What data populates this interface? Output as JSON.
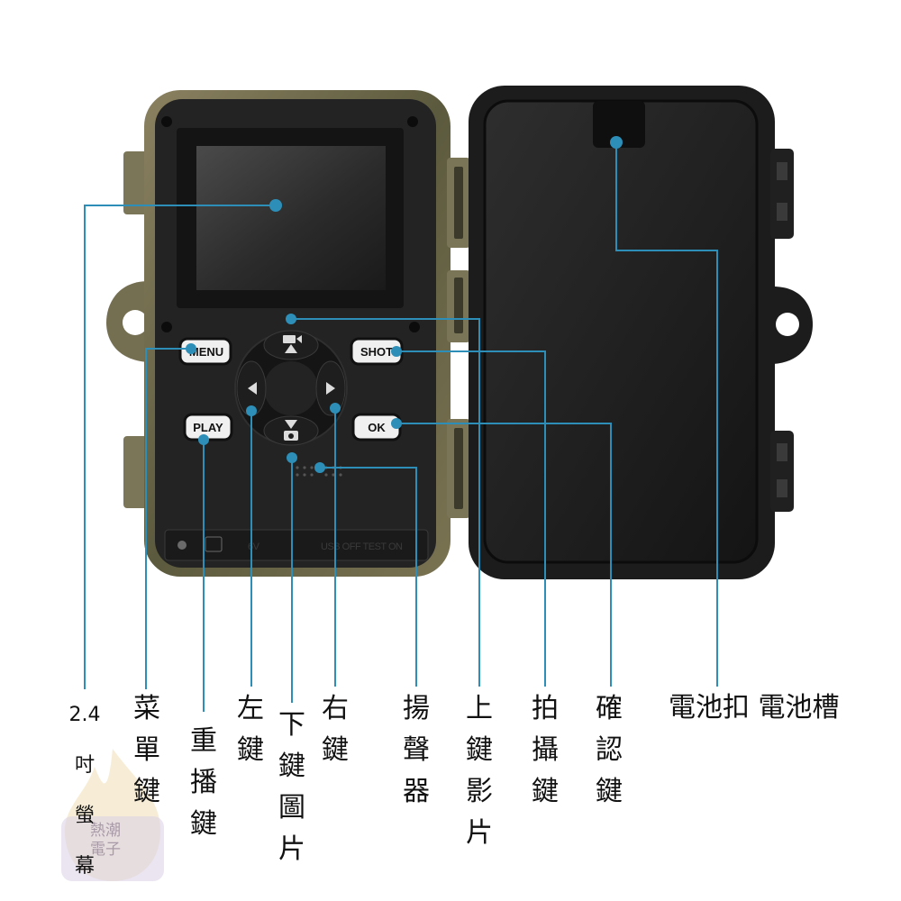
{
  "device": {
    "buttons": {
      "menu": "MENU",
      "shot": "SHOT",
      "play": "PLAY",
      "ok": "OK"
    },
    "bottom_strip": {
      "voltage": "6V",
      "ports": "USB OFF TEST ON"
    }
  },
  "callouts": {
    "screen": "2.4\n吋\n螢\n幕",
    "menu_key": "菜\n單\n鍵",
    "play_key": "重\n播\n鍵",
    "left_key": "左\n鍵",
    "down_key": "下\n鍵\n圖\n片",
    "right_key": "右\n鍵",
    "speaker": "揚\n聲\n器",
    "up_key": "上\n鍵\n影\n片",
    "shot_key": "拍\n攝\n鍵",
    "ok_key": "確\n認\n鍵",
    "battery": "電池扣\n電池槽"
  },
  "watermark": {
    "text": "熱潮\n電子"
  },
  "colors": {
    "leader_line": "#2d8fb8",
    "dot": "#2d8fb8",
    "housing": "#6b6a4a",
    "panel": "#1e1e1e",
    "screen": "#2a2a2a"
  }
}
